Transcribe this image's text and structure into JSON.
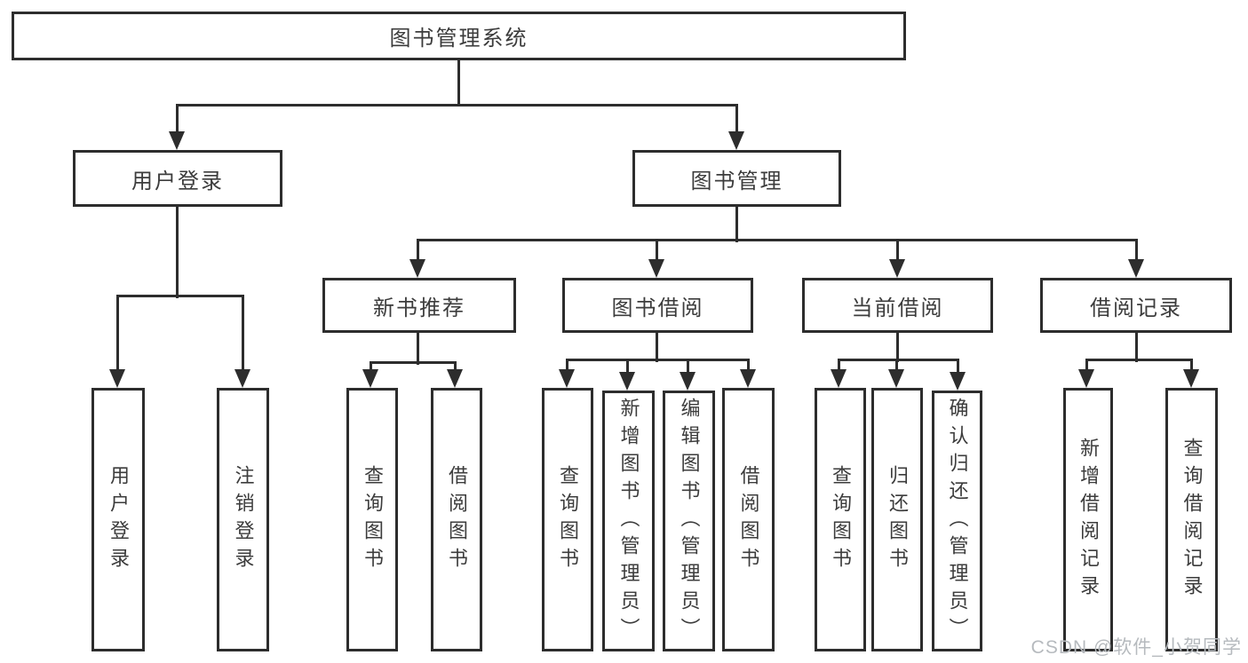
{
  "palette": {
    "line": "#2d2d2d",
    "box_border": "#2d2d2d",
    "box_fill": "#ffffff",
    "text": "#3c3c3c",
    "background": "#ffffff"
  },
  "watermark": {
    "text": "CSDN @软件_小贺同学",
    "color": "#b6babe"
  },
  "tree": {
    "root": {
      "label": "图书管理系统"
    },
    "branches": [
      {
        "label": "用户登录",
        "children": [
          {
            "label": "用户登录"
          },
          {
            "label": "注销登录"
          }
        ]
      },
      {
        "label": "图书管理",
        "groups": [
          {
            "label": "新书推荐",
            "children": [
              {
                "label": "查询图书"
              },
              {
                "label": "借阅图书"
              }
            ]
          },
          {
            "label": "图书借阅",
            "children": [
              {
                "label": "查询图书"
              },
              {
                "label": "新增图书（管理员）"
              },
              {
                "label": "编辑图书（管理员）"
              },
              {
                "label": "借阅图书"
              }
            ]
          },
          {
            "label": "当前借阅",
            "children": [
              {
                "label": "查询图书"
              },
              {
                "label": "归还图书"
              },
              {
                "label": "确认归还（管理员）"
              }
            ]
          },
          {
            "label": "借阅记录",
            "children": [
              {
                "label": "新增借阅记录"
              },
              {
                "label": "查询借阅记录"
              }
            ]
          }
        ]
      }
    ]
  }
}
